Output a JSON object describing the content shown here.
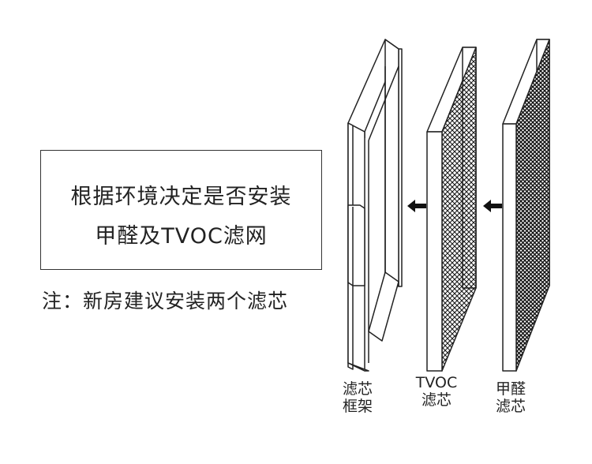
{
  "note_box": {
    "line1": "根据环境决定是否安装",
    "line2": "甲醛及TVOC滤网"
  },
  "footnote": "注：新房建议安装两个滤芯",
  "labels": {
    "frame": {
      "line1": "滤芯",
      "line2": "框架"
    },
    "tvoc": {
      "line1": "TVOC",
      "line2": "滤芯"
    },
    "formaldehyde": {
      "line1": "甲醛",
      "line2": "滤芯"
    }
  },
  "colors": {
    "outline": "#222222",
    "mesh": "#1a1a1a",
    "background": "#ffffff"
  },
  "icons": [
    "arrow-left-icon",
    "arrow-left-icon"
  ]
}
